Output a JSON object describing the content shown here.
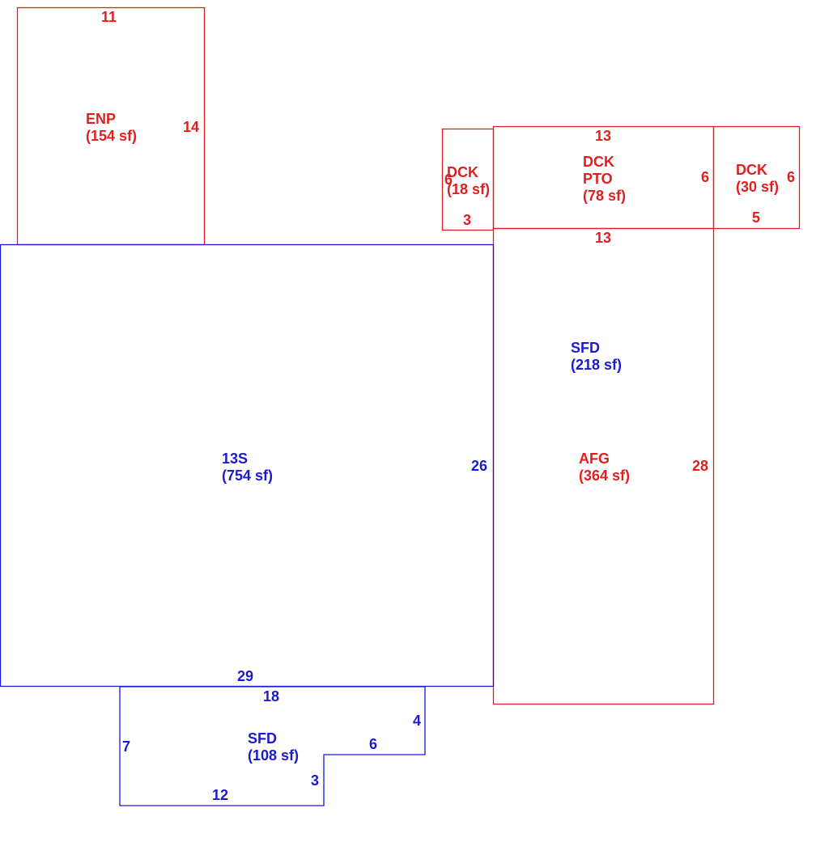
{
  "colors": {
    "red": "#e0201e",
    "blue": "#1a1ad0"
  },
  "enp": {
    "name": "ENP",
    "area": "(154 sf)",
    "dim_top": "11",
    "dim_right": "14"
  },
  "dck_small": {
    "name": "DCK",
    "area": "(18 sf)",
    "dim_left": "6",
    "dim_bottom": "3"
  },
  "dck_pto": {
    "name1": "DCK",
    "name2": "PTO",
    "area": "(78 sf)",
    "dim_top": "13",
    "dim_right": "6"
  },
  "dck_right": {
    "name": "DCK",
    "area": "(30 sf)",
    "dim_right": "6",
    "dim_bottom": "5"
  },
  "main_13s": {
    "name": "13S",
    "area": "(754 sf)",
    "dim_right": "26",
    "dim_bottom": "29"
  },
  "afg": {
    "name": "AFG",
    "area": "(364 sf)",
    "dim_top": "13",
    "dim_right": "28"
  },
  "sfd_upper": {
    "name": "SFD",
    "area": "(218 sf)"
  },
  "sfd_lower": {
    "name": "SFD",
    "area": "(108 sf)",
    "dim_top": "18",
    "dim_left": "7",
    "dim_right": "4",
    "dim_step": "6",
    "dim_notch": "3",
    "dim_bottom": "12"
  }
}
